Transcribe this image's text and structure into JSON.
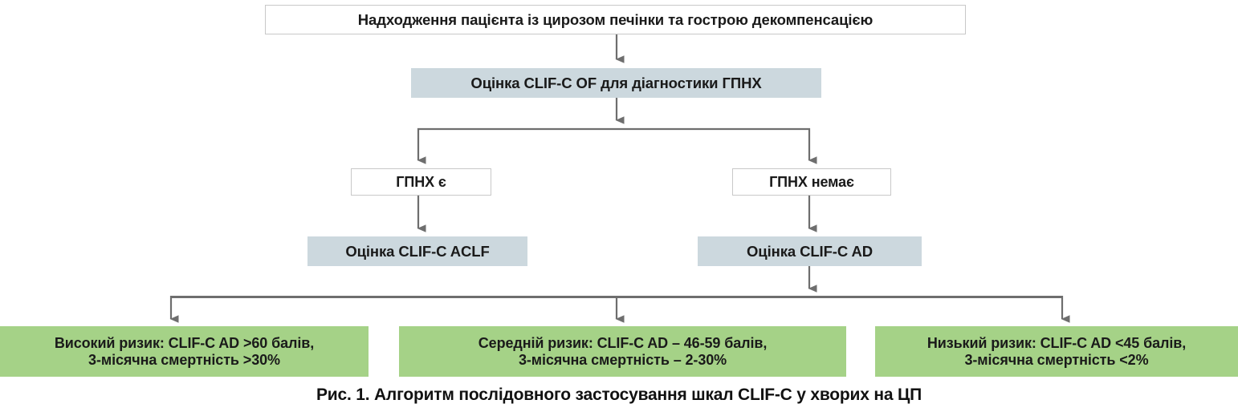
{
  "figure": {
    "caption": "Рис. 1. Алгоритм послідовного застосування шкал CLIF-C у хворих на ЦП"
  },
  "colors": {
    "plain_fill": "#ffffff",
    "plain_border": "#c8c8c8",
    "blue_fill": "#ccd8de",
    "green_fill": "#a5d287",
    "connector": "#6e6e6e",
    "text": "#1a1a1a"
  },
  "chart_data": {
    "type": "diagram",
    "title": "Рис. 1. Алгоритм послідовного застосування шкал CLIF-C у хворих на ЦП",
    "nodes": [
      {
        "id": "admission",
        "label": "Надходження пацієнта із цирозом печінки та гострою декомпенсацією",
        "style": "plain",
        "level": 0
      },
      {
        "id": "clifcof",
        "label": "Оцінка CLIF-C OF для діагностики ГПНХ",
        "style": "blue",
        "level": 1
      },
      {
        "id": "aclf_yes",
        "label": "ГПНХ є",
        "style": "plain",
        "level": 2
      },
      {
        "id": "aclf_no",
        "label": "ГПНХ немає",
        "style": "plain",
        "level": 2
      },
      {
        "id": "clifcaclf",
        "label": "Оцінка CLIF-C ACLF",
        "style": "blue",
        "level": 3
      },
      {
        "id": "clifcad",
        "label": "Оцінка CLIF-C AD",
        "style": "blue",
        "level": 3
      },
      {
        "id": "high",
        "label": "Високий ризик: CLIF-C AD >60 балів, 3-місячна смертність >30%",
        "line1": "Високий ризик: CLIF-C AD >60 балів,",
        "line2": "3-місячна смертність >30%",
        "style": "green",
        "level": 4
      },
      {
        "id": "medium",
        "label": "Середній ризик: CLIF-C AD – 46-59 балів, 3-місячна смертність – 2-30%",
        "line1": "Середній ризик: CLIF-C AD – 46-59 балів,",
        "line2": "3-місячна смертність – 2-30%",
        "style": "green",
        "level": 4
      },
      {
        "id": "low",
        "label": "Низький ризик: CLIF-C AD <45 балів, 3-місячна смертність <2%",
        "line1": "Низький ризик: CLIF-C AD <45 балів,",
        "line2": "3-місячна смертність <2%",
        "style": "green",
        "level": 4
      }
    ],
    "edges": [
      {
        "from": "admission",
        "to": "clifcof"
      },
      {
        "from": "clifcof",
        "to": "aclf_yes"
      },
      {
        "from": "clifcof",
        "to": "aclf_no"
      },
      {
        "from": "aclf_yes",
        "to": "clifcaclf"
      },
      {
        "from": "aclf_no",
        "to": "clifcad"
      },
      {
        "from": "clifcad",
        "to": "high"
      },
      {
        "from": "clifcad",
        "to": "medium"
      },
      {
        "from": "clifcad",
        "to": "low"
      }
    ]
  }
}
